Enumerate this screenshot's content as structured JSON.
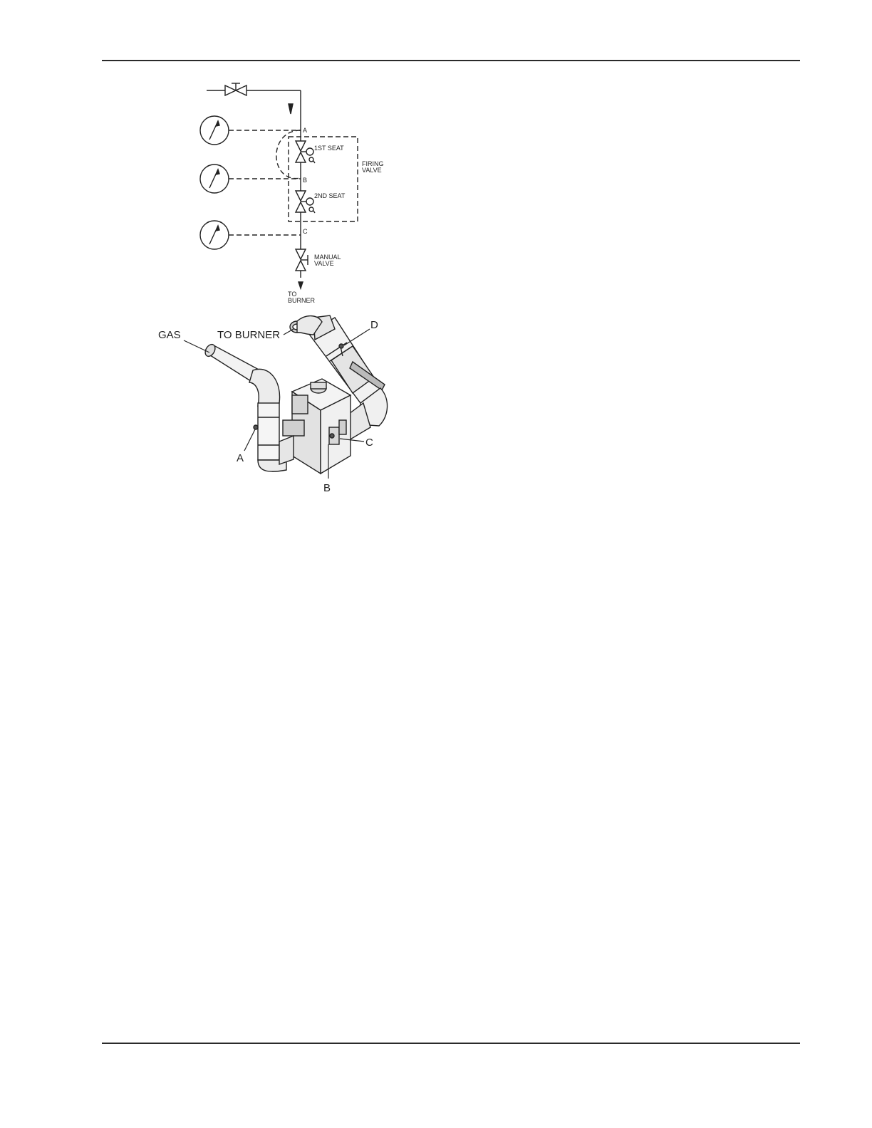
{
  "schematic": {
    "point_a": "A",
    "point_b": "B",
    "point_c": "C",
    "first_seat": "1ST SEAT",
    "second_seat": "2ND SEAT",
    "firing_valve_line1": "FIRING",
    "firing_valve_line2": "VALVE",
    "manual_valve_line1": "MANUAL",
    "manual_valve_line2": "VALVE",
    "to_burner_line1": "TO",
    "to_burner_line2": "BURNER"
  },
  "assembly": {
    "gas": "GAS",
    "to_burner": "TO BURNER",
    "callout_a": "A",
    "callout_b": "B",
    "callout_c": "C",
    "callout_d": "D"
  }
}
